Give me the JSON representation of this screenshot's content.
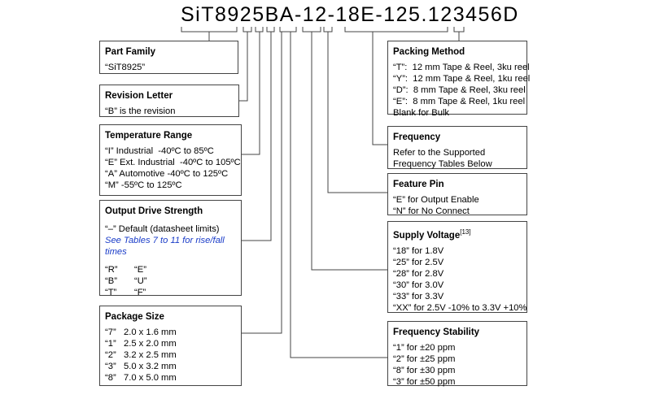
{
  "part_number": "SiT8925BA-12-18E-125.123456D",
  "boxes": {
    "part_family": {
      "title": "Part Family",
      "lines": [
        "“SiT8925”"
      ]
    },
    "revision_letter": {
      "title": "Revision Letter",
      "lines": [
        "“B” is the revision"
      ]
    },
    "temperature_range": {
      "title": "Temperature Range",
      "lines": [
        "“I” Industrial  -40ºC to 85ºC",
        "“E” Ext. Industrial  -40ºC to 105ºC",
        "“A” Automotive -40ºC to 125ºC",
        "“M” -55ºC to 125ºC"
      ]
    },
    "output_drive_strength": {
      "title": "Output Drive Strength",
      "default_line": "“–” Default (datasheet limits)",
      "see_tables": "See Tables 7  to 11 for rise/fall times",
      "codes_left": [
        "“R”",
        "“B”",
        "“T”"
      ],
      "codes_right": [
        "“E”",
        "“U”",
        "“F”"
      ]
    },
    "package_size": {
      "title": "Package Size",
      "lines": [
        "“7”   2.0 x 1.6 mm",
        "“1”   2.5 x 2.0 mm",
        "“2”   3.2 x 2.5 mm",
        "“3”   5.0 x 3.2 mm",
        "“8”   7.0 x 5.0 mm"
      ]
    },
    "packing_method": {
      "title": "Packing Method",
      "lines": [
        "“T”:  12 mm Tape & Reel, 3ku reel",
        "“Y”:  12 mm Tape & Reel, 1ku reel",
        "“D”:  8 mm Tape & Reel, 3ku reel",
        "“E”:  8 mm Tape & Reel, 1ku reel",
        "Blank for Bulk"
      ]
    },
    "frequency": {
      "title": "Frequency",
      "lines": [
        "Refer to the Supported",
        "Frequency Tables Below"
      ]
    },
    "feature_pin": {
      "title": "Feature Pin",
      "lines": [
        "“E” for Output Enable",
        "“N” for No Connect"
      ]
    },
    "supply_voltage": {
      "title": "Supply Voltage",
      "note": "[13]",
      "lines": [
        "“18” for 1.8V",
        "“25” for 2.5V",
        "“28” for 2.8V",
        "“30” for 3.0V",
        "“33” for 3.3V",
        "“XX” for 2.5V -10% to 3.3V +10%"
      ]
    },
    "frequency_stability": {
      "title": "Frequency Stability",
      "lines": [
        "“1” for ±20 ppm",
        "“2” for ±25 ppm",
        "“8” for ±30 ppm",
        "“3” for ±50 ppm"
      ]
    }
  }
}
